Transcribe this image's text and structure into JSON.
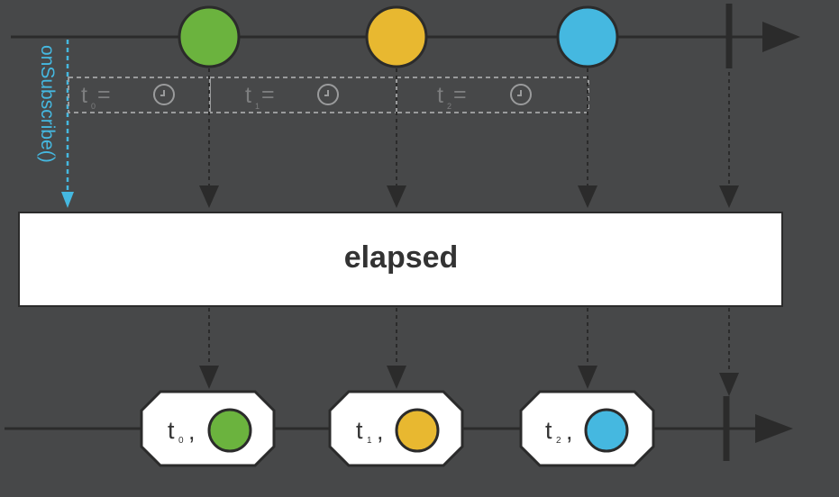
{
  "operator": {
    "name": "elapsed"
  },
  "subscribe": {
    "label": "onSubscribe()"
  },
  "intervals": [
    {
      "label": "t",
      "sub": "0",
      "equals": "=",
      "icon": "clock-icon"
    },
    {
      "label": "t",
      "sub": "1",
      "equals": "=",
      "icon": "clock-icon"
    },
    {
      "label": "t",
      "sub": "2",
      "equals": "=",
      "icon": "clock-icon"
    }
  ],
  "source_items": [
    {
      "color": "#6bb33e"
    },
    {
      "color": "#e8b830"
    },
    {
      "color": "#45b8e0"
    }
  ],
  "output_items": [
    {
      "label": "t",
      "sub": "0",
      "comma": ",",
      "color": "#6bb33e"
    },
    {
      "label": "t",
      "sub": "1",
      "comma": ",",
      "color": "#e8b830"
    },
    {
      "label": "t",
      "sub": "2",
      "comma": ",",
      "color": "#45b8e0"
    }
  ],
  "colors": {
    "background": "#474849",
    "timeline": "#2b2b2b",
    "subscribe": "#45b8e0",
    "interval_border": "#9a9b9c",
    "operator_box": "#ffffff"
  }
}
